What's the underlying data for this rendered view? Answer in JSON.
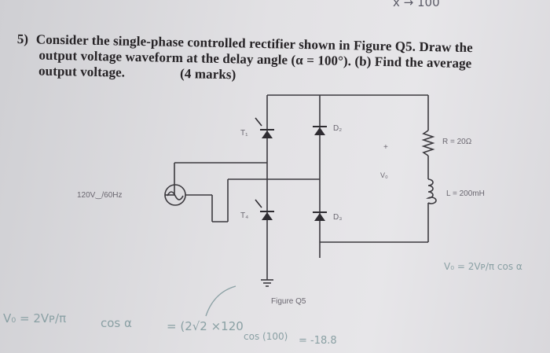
{
  "question": {
    "number": "5)",
    "line1": "Consider the single-phase controlled rectifier shown in Figure Q5. Draw the",
    "line2": "output voltage waveform at the delay angle (α = 100°). (b) Find the average",
    "line3": "output voltage.",
    "marks": "(4 marks)"
  },
  "top_scribble": "x →  100",
  "circuit": {
    "source_label": "120V‿/60Hz",
    "t1_label": "T₁",
    "t4_label": "T₄",
    "d2_label": "D₂",
    "d3_label": "D₃",
    "vo_label": "V₀",
    "plus_label": "+",
    "r_label": "R = 20Ω",
    "l_label": "L = 200mH",
    "figure_caption": "Figure Q5"
  },
  "handwriting": {
    "right_formula": "V₀ = 2Vᴘ/π cos α",
    "bottom_lhs": "V₀ = 2Vᴘ/π",
    "bottom_cos": "cos α",
    "bottom_mid": "= (2√2 ×120",
    "bottom_cos100": "cos (100)",
    "bottom_result": "= -18.8"
  }
}
